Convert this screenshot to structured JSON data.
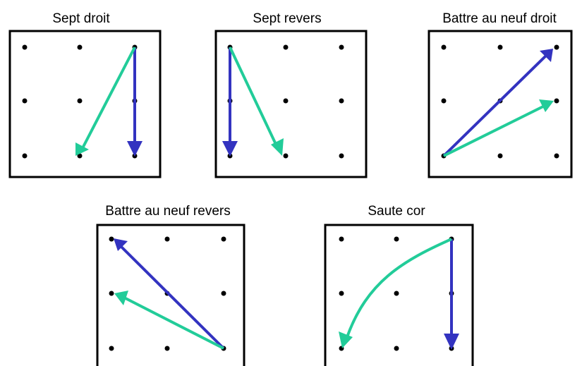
{
  "panels": [
    {
      "title": "Sept droit"
    },
    {
      "title": "Sept revers"
    },
    {
      "title": "Battre au neuf droit"
    },
    {
      "title": "Battre au neuf revers"
    },
    {
      "title": "Saute cor"
    }
  ],
  "colors": {
    "arrow_primary": "#3333c0",
    "arrow_secondary": "#22cc99",
    "dot": "#000000",
    "frame": "#000000",
    "background": "#ffffff"
  }
}
